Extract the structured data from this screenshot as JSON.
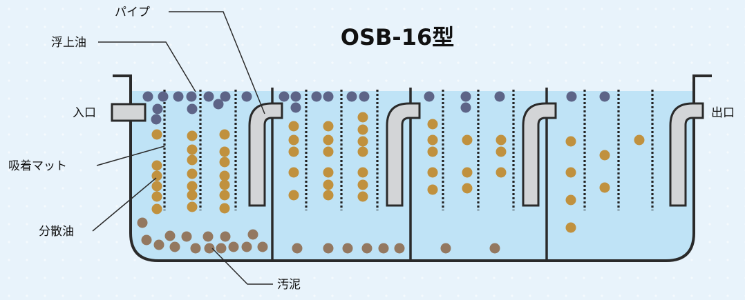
{
  "title": "OSB-16型",
  "labels": {
    "pipe": "パイプ",
    "floating_oil": "浮上油",
    "inlet": "入口",
    "outlet": "出口",
    "adsorption_mat": "吸着マット",
    "dispersed_oil": "分散油",
    "sludge": "汚泥"
  },
  "colors": {
    "water": "#bfe3f6",
    "floating_oil": "#5d6487",
    "dispersed_oil": "#c0913e",
    "sludge": "#937860",
    "pipe_fill": "#d3d5d7",
    "outline": "#2a2a2a"
  }
}
